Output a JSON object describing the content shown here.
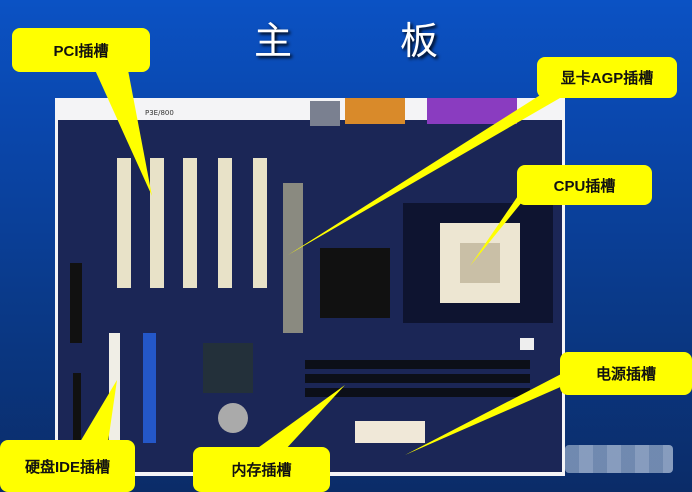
{
  "title": "主    板",
  "labels": {
    "pci": "PCI插槽",
    "agp": "显卡AGP插槽",
    "cpu": "CPU插槽",
    "power": "电源插槽",
    "ide": "硬盘IDE插槽",
    "memory": "内存插槽"
  },
  "board_text": "P3E/800",
  "colors": {
    "callout": "#ffff00",
    "background": "#0a47ad",
    "board": "#1b2656"
  }
}
